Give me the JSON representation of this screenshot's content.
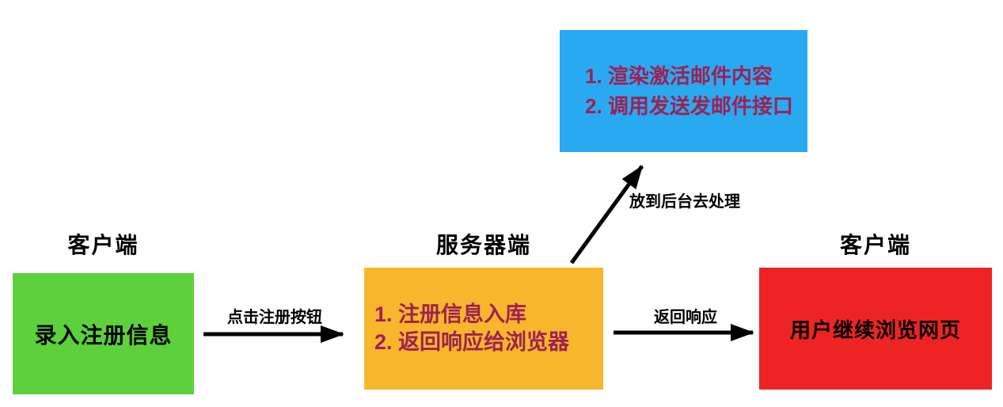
{
  "diagram": {
    "background_color": "#FFFFFF",
    "arrow_color": "#000000",
    "lane_headers": [
      "客户端",
      "服务器端",
      "客户端"
    ],
    "boxes": {
      "client_input": {
        "label": "录入注册信息",
        "bg": "#5CD13C",
        "text_color": "#000000"
      },
      "server": {
        "line1": "1. 注册信息入库",
        "line2": "2. 返回响应给浏览器",
        "bg": "#F8B62C",
        "text_color": "#9E2153"
      },
      "background_task": {
        "line1": "1. 渲染激活邮件内容",
        "line2": "2. 调用发送发邮件接口",
        "bg": "#29A9F0",
        "text_color": "#9E2153"
      },
      "client_result": {
        "label": "用户继续浏览网页",
        "bg": "#EE2424",
        "text_color": "#000000"
      }
    },
    "arrows": [
      {
        "label": "点击注册按钮",
        "from": "client_input",
        "to": "server"
      },
      {
        "label": "返回响应",
        "from": "server",
        "to": "client_result"
      },
      {
        "label": "放到后台去处理",
        "from": "server",
        "to": "background_task"
      }
    ]
  }
}
